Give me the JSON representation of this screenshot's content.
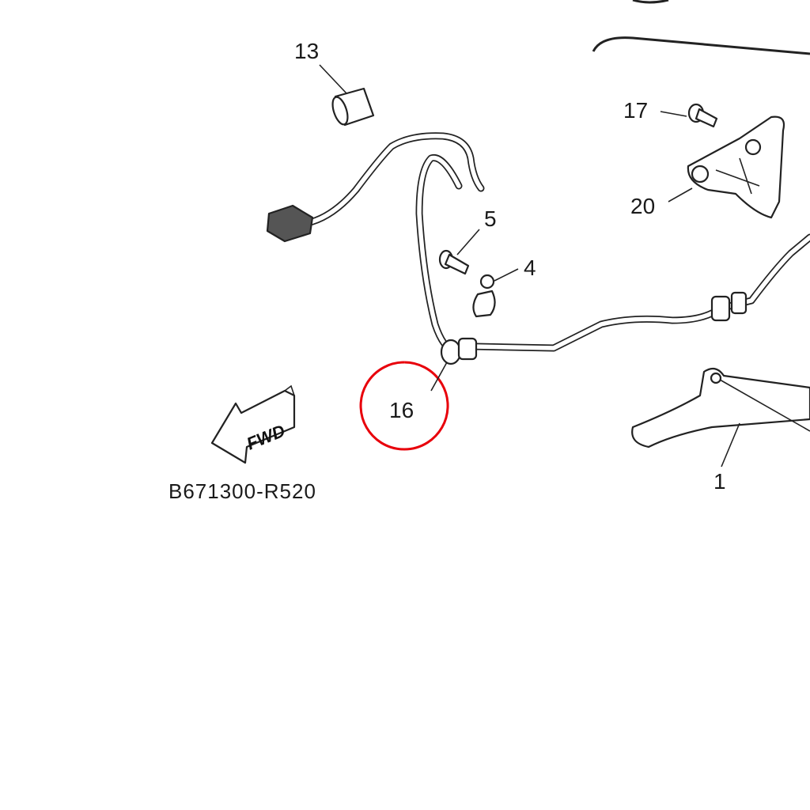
{
  "diagram": {
    "callouts": [
      {
        "id": "callout-13",
        "number": "13"
      },
      {
        "id": "callout-5",
        "number": "5"
      },
      {
        "id": "callout-4",
        "number": "4"
      },
      {
        "id": "callout-17",
        "number": "17"
      },
      {
        "id": "callout-20",
        "number": "20"
      },
      {
        "id": "callout-16",
        "number": "16",
        "highlighted": true
      },
      {
        "id": "callout-1",
        "number": "1"
      }
    ],
    "fwd_arrow_text": "FWD",
    "diagram_code": "B671300-R520",
    "highlight_color": "#e8000b",
    "line_color": "#222222"
  }
}
